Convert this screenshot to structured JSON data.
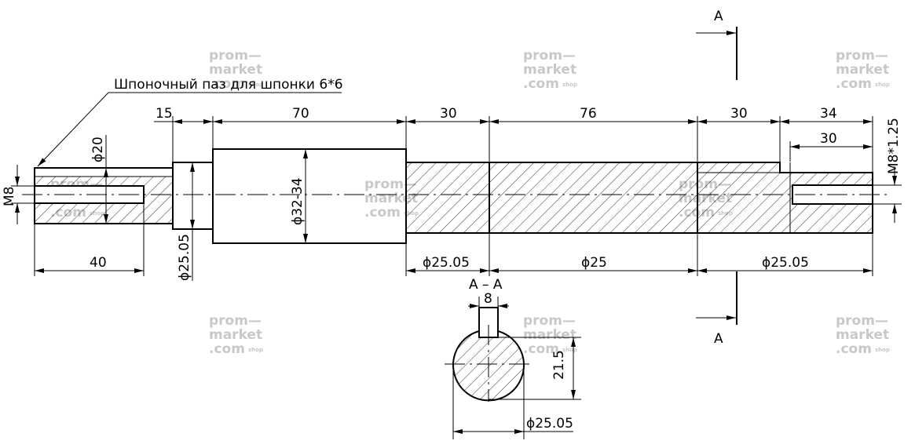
{
  "drawing": {
    "key_slot_note": "Шпоночный паз для шпонки 6*6",
    "dim_15": "15",
    "dim_70": "70",
    "dim_30_a": "30",
    "dim_76": "76",
    "dim_30_b": "30",
    "dim_34": "34",
    "dim_30_c": "30",
    "dim_40": "40",
    "dim_m8": "M8",
    "dim_d20": "ϕ20",
    "dim_d32_34": "ϕ32-34",
    "dim_d25_05_vert": "ϕ25.05",
    "dim_d25_05_a": "ϕ25.05",
    "dim_d25": "ϕ25",
    "dim_d25_05_b": "ϕ25.05",
    "dim_m8_thread": "M8*1.25",
    "section_mark_top": "A",
    "section_mark_bottom": "A",
    "section_title": "A – A",
    "section_dim_8": "8",
    "section_dim_21_5": "21.5",
    "section_dim_d25_05": "ϕ25.05"
  },
  "watermark": {
    "line1": "prom—",
    "line2": "market",
    "line3": ".com",
    "suffix": "shop"
  }
}
